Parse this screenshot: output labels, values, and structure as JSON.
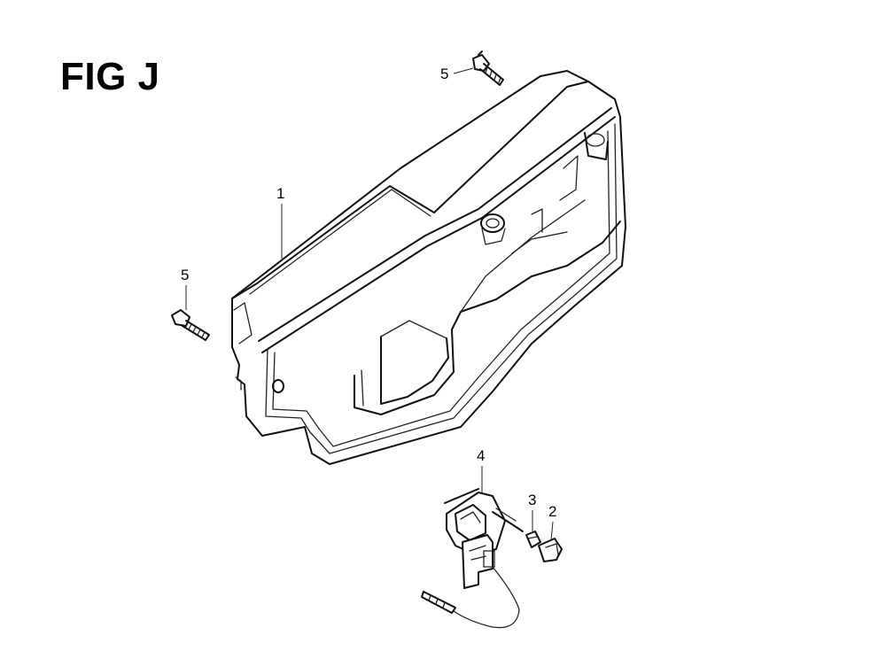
{
  "figure": {
    "title": "FIG J"
  },
  "callouts": [
    {
      "id": "c5a",
      "label": "5",
      "part": "flange-bolt"
    },
    {
      "id": "c1",
      "label": "1",
      "part": "engine-cover"
    },
    {
      "id": "c5b",
      "label": "5",
      "part": "flange-bolt"
    },
    {
      "id": "c4",
      "label": "4",
      "part": "oil-level-switch"
    },
    {
      "id": "c3",
      "label": "3",
      "part": "connector-sleeve"
    },
    {
      "id": "c2",
      "label": "2",
      "part": "connector-cap"
    }
  ]
}
